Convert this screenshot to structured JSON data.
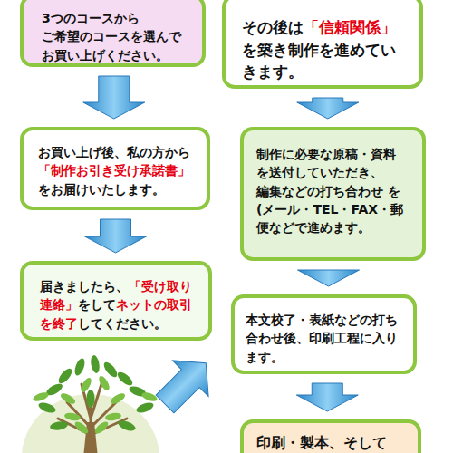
{
  "diagram": {
    "nodes": [
      {
        "text": [
          "3つのコースから ご希望のコースを選んで お買い上げください。"
        ]
      },
      {
        "text": [
          "お買い上げ後、私の方から",
          "「制作お引き受け承諾書」",
          "をお届けいたします。"
        ]
      },
      {
        "text": [
          "届きましたら、",
          "「受け取り 連絡」",
          "をして",
          "ネットの取引 を終了",
          "してください。"
        ]
      },
      {
        "text": [
          "その後は",
          "「信頼関係」",
          "を築き制作を進めてい きます。"
        ]
      },
      {
        "text": [
          "制作に必要な原稿・資料 を送付していただき、 編集などの打ち合わせ を(メール・TEL・FAX・郵 便などで進めます。"
        ]
      },
      {
        "text": [
          "本文校了・表紙などの打ち 合わせ後、印刷工程に入り ます。"
        ]
      },
      {
        "text": [
          "印刷・製本、そして"
        ]
      }
    ],
    "edges": [
      {
        "from": 0,
        "to": 1,
        "arrow": "to"
      },
      {
        "from": 1,
        "to": 2,
        "arrow": "to"
      },
      {
        "from": 3,
        "to": 4,
        "arrow": "to"
      },
      {
        "from": 4,
        "to": 5,
        "arrow": "to"
      },
      {
        "from": 5,
        "to": 6,
        "arrow": "to"
      }
    ]
  }
}
